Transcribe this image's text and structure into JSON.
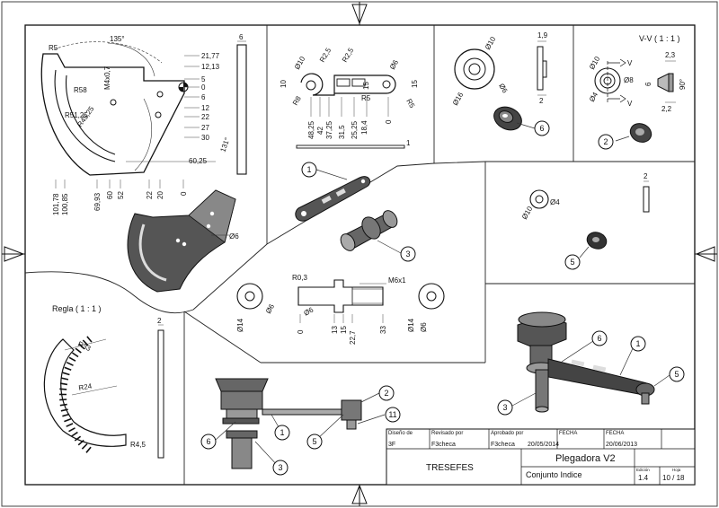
{
  "views": {
    "rule_title": "Regla ( 1 : 1 )",
    "section_title": "V-V ( 1 : 1 )",
    "section_marker": "V"
  },
  "dims": {
    "plate": {
      "r5": "R5",
      "a135": "135°",
      "m4": "M4x0,7",
      "r58": "R58",
      "r5125": "R51,25",
      "r4525": "R45,25",
      "a131": "131°",
      "v6025": "60,25",
      "t6": "6",
      "right": [
        "21,77",
        "12,13",
        "5",
        "0",
        "6",
        "12",
        "22",
        "27",
        "30"
      ],
      "bottom": [
        "101,78",
        "100,85",
        "69,93",
        "60",
        "52",
        "22",
        "20",
        "0"
      ]
    },
    "iso_plate_hole": "Ø6",
    "link": {
      "top": [
        "Ø10",
        "R2,5",
        "R2,5",
        "Ø6"
      ],
      "left": [
        "10",
        "R8"
      ],
      "mid": [
        "R5",
        "15"
      ],
      "right": [
        "15",
        "R5"
      ],
      "bottom": [
        "48,25",
        "42",
        "37,25",
        "31,5",
        "25,25",
        "18,4",
        "0"
      ],
      "thk": "1"
    },
    "bushing": {
      "d10": "Ø10",
      "d16": "Ø16",
      "d6": "Ø6",
      "w19": "1,9",
      "w2": "2"
    },
    "section": {
      "d10": "Ø10",
      "d8": "Ø8",
      "d4": "Ø4",
      "w23": "2,3",
      "h6": "6",
      "w22": "2,2",
      "a90": "90°"
    },
    "washer": {
      "d10": "Ø10",
      "d4": "Ø4",
      "t2": "2"
    },
    "pin": {
      "r03": "R0,3",
      "m6": "M6x1",
      "d6": "Ø6",
      "d14l": "Ø14",
      "d6l": "Ø6",
      "d14r": "Ø14",
      "d6r": "Ø6",
      "x": [
        "0",
        "13",
        "15",
        "22,7",
        "33"
      ]
    },
    "rule": {
      "r33": "R33",
      "r24": "R24",
      "r45": "R4,5",
      "t2": "2"
    }
  },
  "balloons": {
    "link_item": "1",
    "pin_item": "3",
    "bushing_item": "6",
    "sect_item": "2",
    "washer_item": "5",
    "asm": [
      "6",
      "1",
      "2",
      "11",
      "5",
      "3"
    ],
    "iso": [
      "6",
      "1",
      "3",
      "5"
    ]
  },
  "title_block": {
    "design_label": "Diseño de",
    "design_value": "3F",
    "review_label": "Revisado por",
    "review_value": "F3checa",
    "approved_label": "Aprobado por",
    "approved_value": "F3checa",
    "approved_date": "20/05/2014",
    "date_label": "FECHA",
    "date_label2": "FECHA",
    "date_value": "20/06/2013",
    "company": "TRESEFES",
    "title": "Plegadora V2",
    "subtitle": "Conjunto Indice",
    "edition_label": "Edición",
    "edition_value": "1.4",
    "sheet_label": "Hoja",
    "sheet_value": "10 / 18"
  }
}
